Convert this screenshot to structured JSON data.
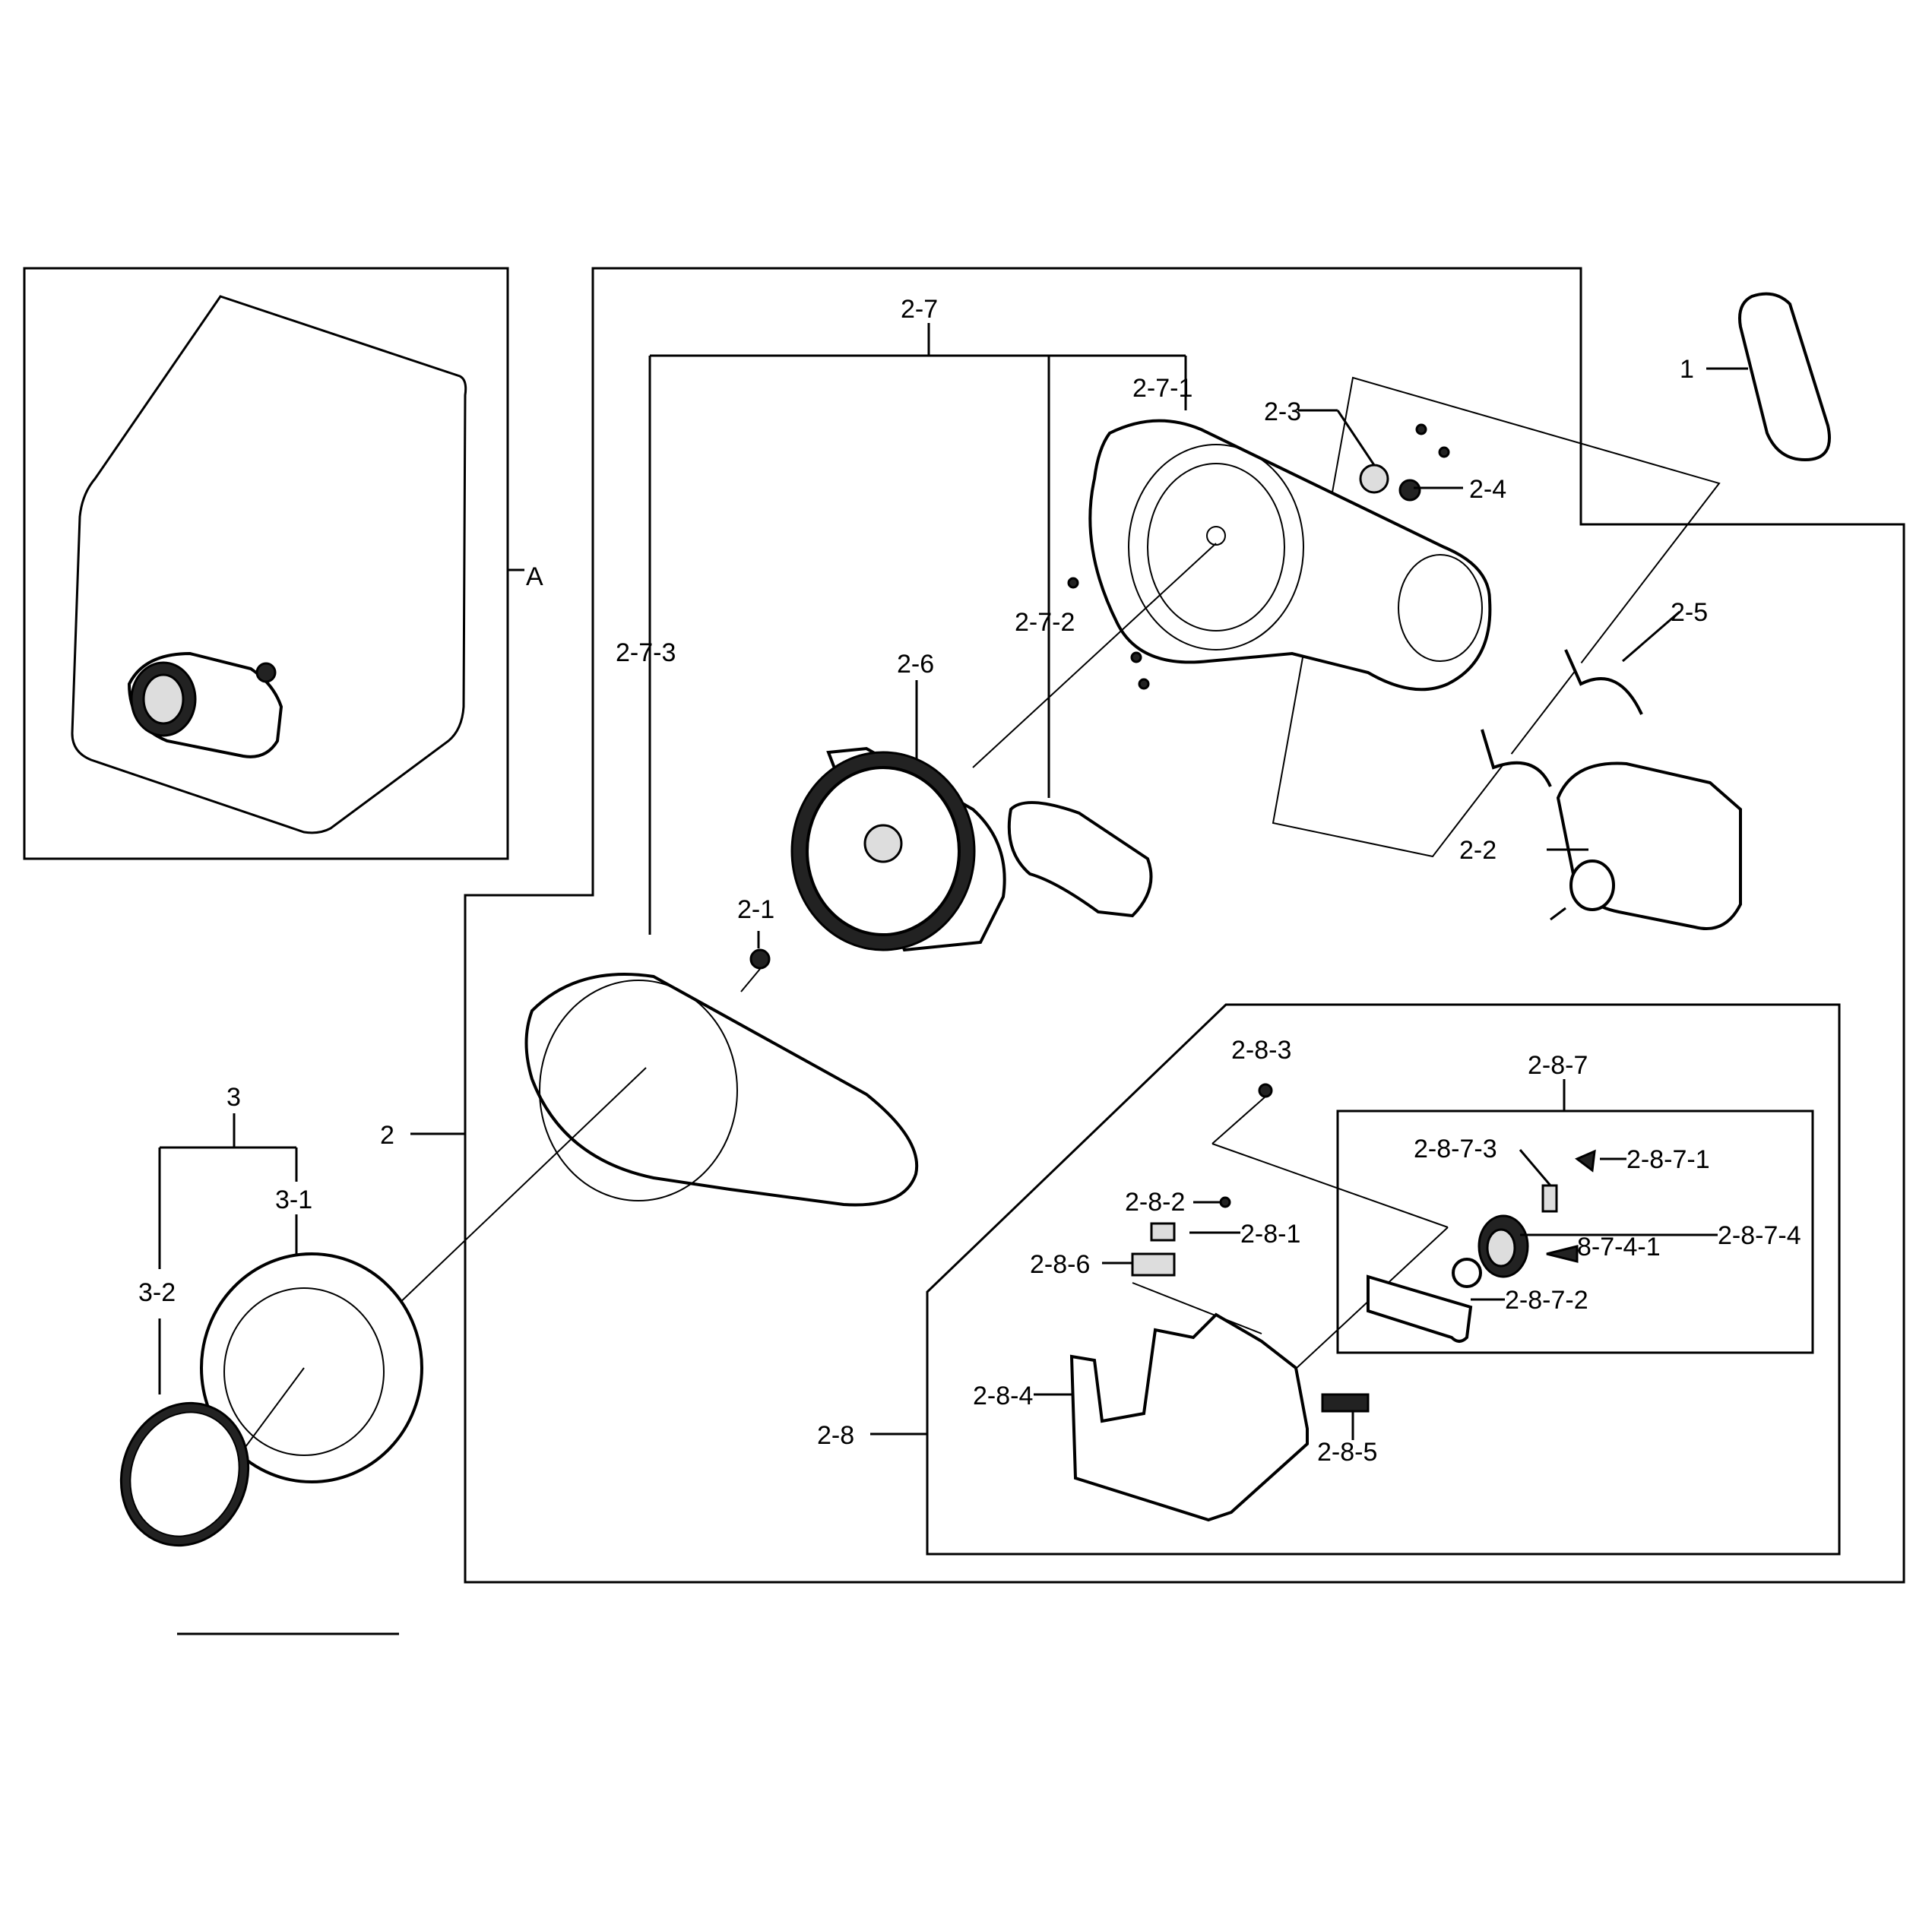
{
  "labels": {
    "l_A": "A",
    "l_1": "1",
    "l_2": "2",
    "l_2_1": "2-1",
    "l_2_2": "2-2",
    "l_2_3": "2-3",
    "l_2_4": "2-4",
    "l_2_5": "2-5",
    "l_2_6": "2-6",
    "l_2_7": "2-7",
    "l_2_7_1": "2-7-1",
    "l_2_7_2": "2-7-2",
    "l_2_7_3": "2-7-3",
    "l_2_8": "2-8",
    "l_2_8_1": "2-8-1",
    "l_2_8_2": "2-8-2",
    "l_2_8_3": "2-8-3",
    "l_2_8_4": "2-8-4",
    "l_2_8_5": "2-8-5",
    "l_2_8_6": "2-8-6",
    "l_2_8_7": "2-8-7",
    "l_2_8_7_1": "2-8-7-1",
    "l_2_8_7_2": "2-8-7-2",
    "l_2_8_7_3": "2-8-7-3",
    "l_2_8_7_4": "2-8-7-4",
    "l_8_7_4_1": "8-7-4-1",
    "l_3": "3",
    "l_3_1": "3-1",
    "l_3_2": "3-2"
  }
}
